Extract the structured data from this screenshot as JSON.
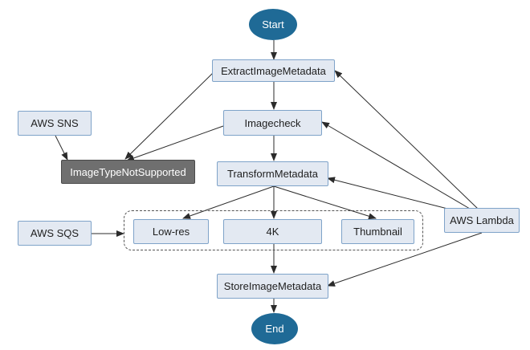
{
  "colors": {
    "box_fill": "#e3e9f2",
    "box_stroke": "#7fa3c9",
    "terminal_fill": "#1f6a96",
    "error_fill": "#6f6f6f",
    "edge": "#2b2b2b"
  },
  "nodes": {
    "start": "Start",
    "extract": "ExtractImageMetadata",
    "imagecheck": "Imagecheck",
    "sns": "AWS SNS",
    "not_supported": "ImageTypeNotSupported",
    "transform": "TransformMetadata",
    "sqs": "AWS SQS",
    "lowres": "Low-res",
    "k4": "4K",
    "thumbnail": "Thumbnail",
    "lambda": "AWS Lambda",
    "store": "StoreImageMetadata",
    "end": "End"
  }
}
